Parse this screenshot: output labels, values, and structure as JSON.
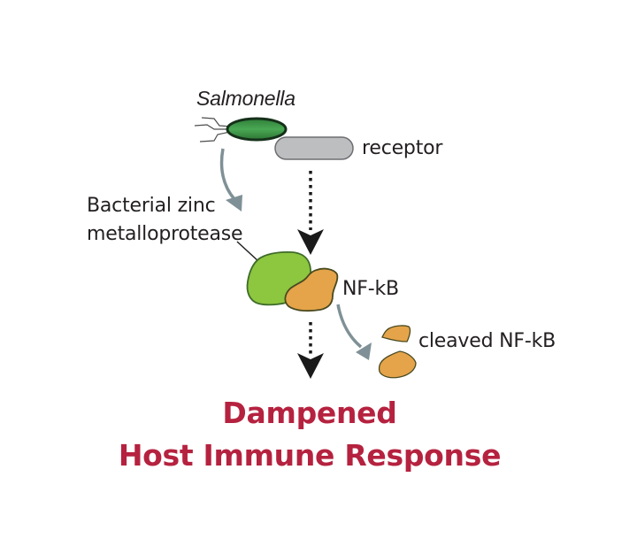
{
  "diagram": {
    "labels": {
      "bacterium": "Salmonella",
      "receptor": "receptor",
      "protease_line1": "Bacterial zinc",
      "protease_line2": "metalloprotease",
      "nfkb": "NF-kB",
      "cleaved_nfkb": "cleaved NF-kB"
    },
    "outcome": {
      "line1": "Dampened",
      "line2": "Host Immune Response"
    },
    "colors": {
      "bacterium_fill": "#3f9a48",
      "bacterium_outline": "#15301a",
      "receptor_fill": "#bcbec0",
      "receptor_outline": "#6d6e71",
      "protease_fill": "#8dc63f",
      "protease_outline": "#3e6b2a",
      "nfkb_fill": "#e5a44a",
      "nfkb_outline": "#4a4a20",
      "gray_arrow": "#7f9196",
      "signal_arrow": "#1a1a1a",
      "outcome_text": "#b5223f"
    },
    "nodes": [
      "Salmonella",
      "receptor",
      "Bacterial zinc metalloprotease",
      "NF-kB",
      "cleaved NF-kB",
      "Dampened Host Immune Response"
    ],
    "edges": [
      {
        "from": "Salmonella",
        "to": "Bacterial zinc metalloprotease",
        "style": "solid-curved-gray"
      },
      {
        "from": "receptor",
        "to": "NF-kB",
        "style": "dotted-black"
      },
      {
        "from": "NF-kB",
        "to": "cleaved NF-kB",
        "style": "solid-curved-gray"
      },
      {
        "from": "NF-kB",
        "to": "Dampened Host Immune Response",
        "style": "dotted-black"
      }
    ]
  }
}
